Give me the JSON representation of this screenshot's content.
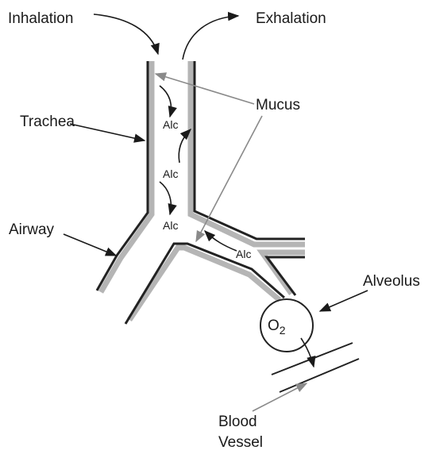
{
  "labels": {
    "inhalation": "Inhalation",
    "exhalation": "Exhalation",
    "trachea": "Trachea",
    "mucus": "Mucus",
    "airway": "Airway",
    "alveolus": "Alveolus",
    "blood_vessel_line1": "Blood",
    "blood_vessel_line2": "Vessel"
  },
  "alcohol_markers": [
    "Alc",
    "Alc",
    "Alc",
    "Alc"
  ],
  "gas": {
    "base": "O",
    "subscript": "2"
  },
  "colors": {
    "wall": "#222222",
    "mucus_lining": "#b5b5b5",
    "text": "#1a1a1a",
    "pointer_gray": "#8a8a8a"
  }
}
